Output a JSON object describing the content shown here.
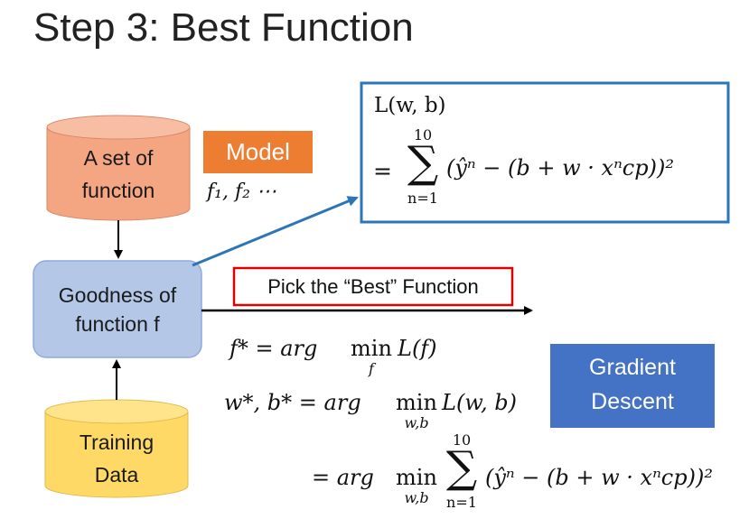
{
  "slide": {
    "title": "Step 3: Best Function"
  },
  "model_box": {
    "cylinder_line1": "A set of",
    "cylinder_line2": "function",
    "model_label": "Model",
    "functions": "f₁, f₂ ⋯"
  },
  "goodness_box": {
    "line1": "Goodness of",
    "line2": "function f"
  },
  "training_box": {
    "line1": "Training",
    "line2": "Data"
  },
  "pick_label": "Pick the “Best” Function",
  "gradient_label": {
    "line1": "Gradient",
    "line2": "Descent"
  },
  "loss_box": {
    "lhs": "L(w, b)",
    "eq": "=",
    "sum_top": "10",
    "sum_sign": "∑",
    "sum_bottom": "n=1",
    "summand": "(ŷⁿ − (b + w · xⁿcp))²"
  },
  "equations": {
    "eq1": {
      "lhs": "f* = arg",
      "op": "min",
      "sub": "f",
      "rhs": "L(f)"
    },
    "eq2": {
      "lhs": "w*, b* = arg",
      "op": "min",
      "sub": "w,b",
      "rhs": "L(w, b)"
    },
    "eq3": {
      "lhs": "= arg",
      "op": "min",
      "sub": "w,b",
      "sum_top": "10",
      "sum_sign": "∑",
      "sum_bottom": "n=1",
      "summand": "(ŷⁿ − (b + w · xⁿcp))²"
    }
  },
  "colors": {
    "model_cylinder": "#F4A582",
    "model_label_bg": "#ED7D31",
    "goodness_bg": "#B4C7E7",
    "training_cylinder": "#FFD966",
    "gradient_bg": "#4472C4",
    "loss_border": "#2E75B6",
    "pick_border": "#E00000",
    "arrow_blue": "#2E75B6"
  }
}
